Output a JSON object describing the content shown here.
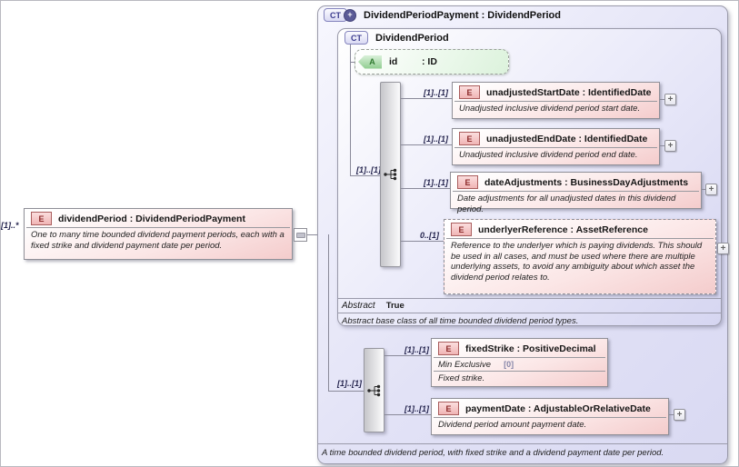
{
  "icons": {
    "expand_glyph": "+",
    "derived_glyph": "+"
  },
  "colors": {
    "element_fill": "#f4cccc",
    "container_fill": "#dcdcf4",
    "attribute_fill": "#dcf2dc",
    "element_badge_text": "#8c2a2a",
    "complextype_badge_text": "#3c3c8e",
    "attribute_badge_text": "#2f7a2f"
  },
  "left_element": {
    "cardinality": "[1]..*",
    "badge": "E",
    "title": "dividendPeriod : DividendPeriodPayment",
    "description": "One to many time bounded dividend payment periods, each with a fixed strike and dividend payment date per period."
  },
  "outer": {
    "badge": "CT",
    "title": "DividendPeriodPayment : DividendPeriod",
    "footer": "A time bounded dividend period, with fixed strike and a dividend payment date per period."
  },
  "base": {
    "badge": "CT",
    "title": "DividendPeriod",
    "attribute": {
      "badge": "A",
      "name": "id",
      "type": ": ID"
    },
    "sequence_cardinality": "[1]..[1]",
    "children": [
      {
        "badge": "E",
        "cardinality": "[1]..[1]",
        "title": "unadjustedStartDate : IdentifiedDate",
        "description": "Unadjusted inclusive dividend period start date."
      },
      {
        "badge": "E",
        "cardinality": "[1]..[1]",
        "title": "unadjustedEndDate : IdentifiedDate",
        "description": "Unadjusted inclusive dividend period end date."
      },
      {
        "badge": "E",
        "cardinality": "[1]..[1]",
        "title": "dateAdjustments : BusinessDayAdjustments",
        "description": "Date adjustments for all unadjusted dates in this dividend period."
      },
      {
        "badge": "E",
        "cardinality": "0..[1]",
        "title": "underlyerReference : AssetReference",
        "description": "Reference to the underlyer which is paying dividends. This should be used in all cases, and must be used where there are multiple underlying assets, to avoid any ambiguity about which asset the dividend period relates to."
      }
    ],
    "abstract_label": "Abstract",
    "abstract_value": "True",
    "footer": "Abstract base class of all time bounded dividend period types."
  },
  "extension": {
    "sequence_cardinality": "[1]..[1]",
    "children": [
      {
        "badge": "E",
        "cardinality": "[1]..[1]",
        "title": "fixedStrike : PositiveDecimal",
        "facet_label": "Min Exclusive",
        "facet_value": "[0]",
        "description": "Fixed strike."
      },
      {
        "badge": "E",
        "cardinality": "[1]..[1]",
        "title": "paymentDate : AdjustableOrRelativeDate",
        "description": "Dividend period amount payment date."
      }
    ]
  }
}
